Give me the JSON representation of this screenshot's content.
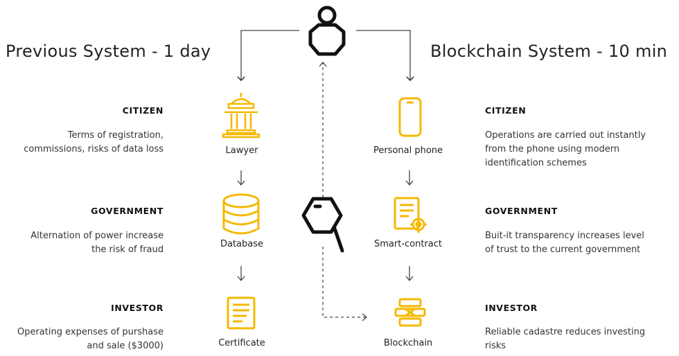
{
  "titles": {
    "left": "Previous System - 1 day",
    "right": "Blockchain System - 10 min"
  },
  "left_column": [
    {
      "heading": "CITIZEN",
      "lines": [
        "Terms of registration,",
        "commissions, risks of data loss"
      ]
    },
    {
      "heading": "GOVERNMENT",
      "lines": [
        "Alternation of power increase",
        "the risk of fraud"
      ]
    },
    {
      "heading": "INVESTOR",
      "lines": [
        "Operating expenses of purshase",
        "and sale ($3000)"
      ]
    }
  ],
  "right_column": [
    {
      "heading": "CITIZEN",
      "lines": [
        "Operations are carried out instantly",
        "from the phone using modern",
        "identification schemes"
      ]
    },
    {
      "heading": "GOVERNMENT",
      "lines": [
        "Buit-it transparency increases level",
        "of trust to the current government"
      ]
    },
    {
      "heading": "INVESTOR",
      "lines": [
        "Reliable cadastre reduces investing",
        "risks"
      ]
    }
  ],
  "left_nodes": [
    "Lawyer",
    "Database",
    "Certificate"
  ],
  "right_nodes": [
    "Personal phone",
    "Smart-contract",
    "Blockchain"
  ],
  "icons": {
    "top": "user-icon",
    "left": [
      "bank-building-icon",
      "database-icon",
      "certificate-icon"
    ],
    "right": [
      "phone-icon",
      "smart-contract-icon",
      "blockchain-icon"
    ],
    "middle": "magnifier-icon"
  },
  "colors": {
    "accent": "#f5b800",
    "dark": "#111111",
    "arrow": "#444444"
  }
}
